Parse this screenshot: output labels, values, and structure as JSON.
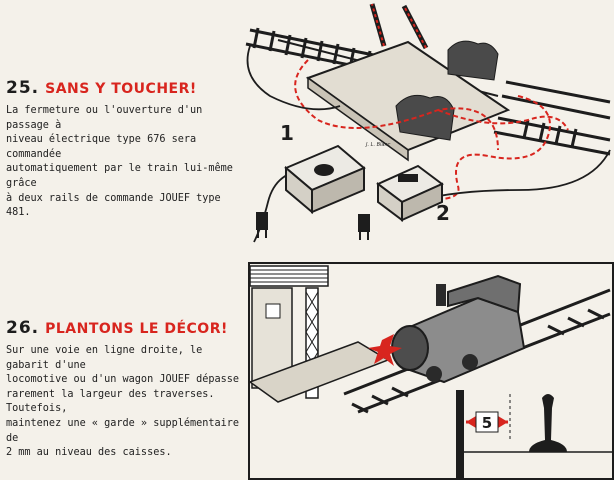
{
  "section1": {
    "number": "25.",
    "title": "SANS Y TOUCHER!",
    "body": "La fermeture ou l'ouverture d'un passage à\nniveau électrique type 676 sera commandée\nautomatiquement par le train lui-même grâce\nà deux rails de commande JOUEF type 481."
  },
  "section2": {
    "number": "26.",
    "title": "PLANTONS LE DÉCOR!",
    "body": "Sur une voie en ligne droite, le gabarit d'une\nlocomotive ou d'un wagon JOUEF dépasse\nrarement la largeur des traverses. Toutefois,\nmaintenez une « garde » supplémentaire de\n2 mm au niveau des caisses."
  },
  "illustration1": {
    "label_1": "1",
    "label_2": "2",
    "unit_label": "J. L. Blanc"
  },
  "illustration2": {
    "gauge_value": "5"
  },
  "colors": {
    "accent_red": "#d8251e",
    "ink": "#1d1d1d",
    "paper": "#f4f1ea"
  }
}
